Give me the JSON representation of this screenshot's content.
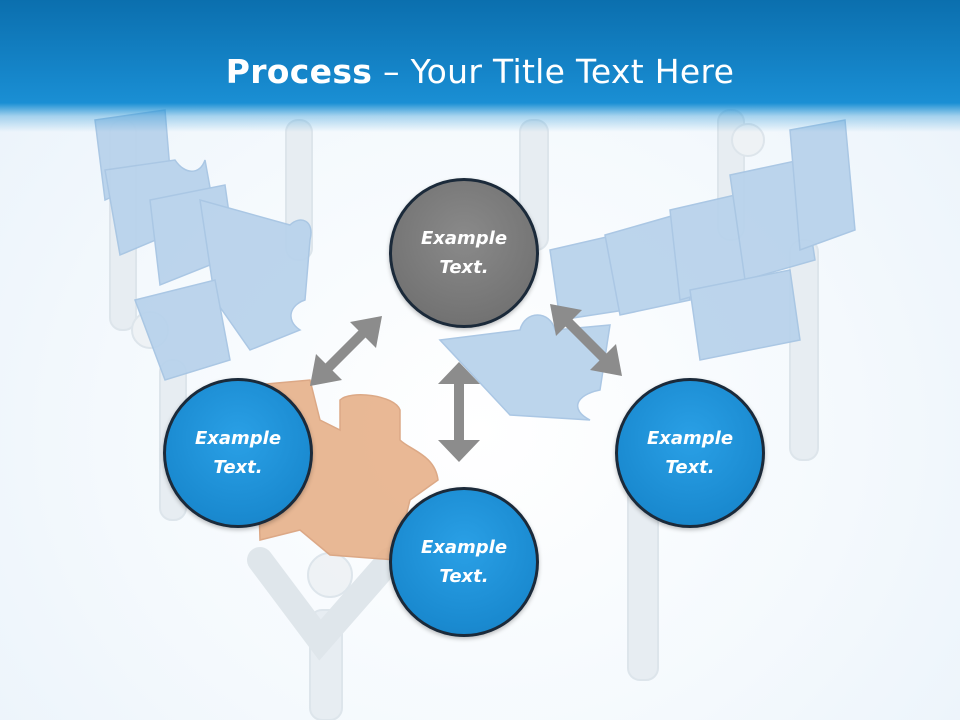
{
  "slide": {
    "title_bold": "Process",
    "title_rest": " – Your Title Text Here"
  },
  "nodes": [
    {
      "id": "top",
      "text": "Example Text.",
      "color": "#777777"
    },
    {
      "id": "left",
      "text": "Example Text.",
      "color": "#1a8ad0"
    },
    {
      "id": "bottom",
      "text": "Example Text.",
      "color": "#1a8ad0"
    },
    {
      "id": "right",
      "text": "Example Text.",
      "color": "#1a8ad0"
    }
  ],
  "colors": {
    "header": "#1585c9",
    "arrow": "#8c8c8c",
    "puzzle_blue": "#b9d3ec",
    "puzzle_orange": "#e7b18a"
  }
}
